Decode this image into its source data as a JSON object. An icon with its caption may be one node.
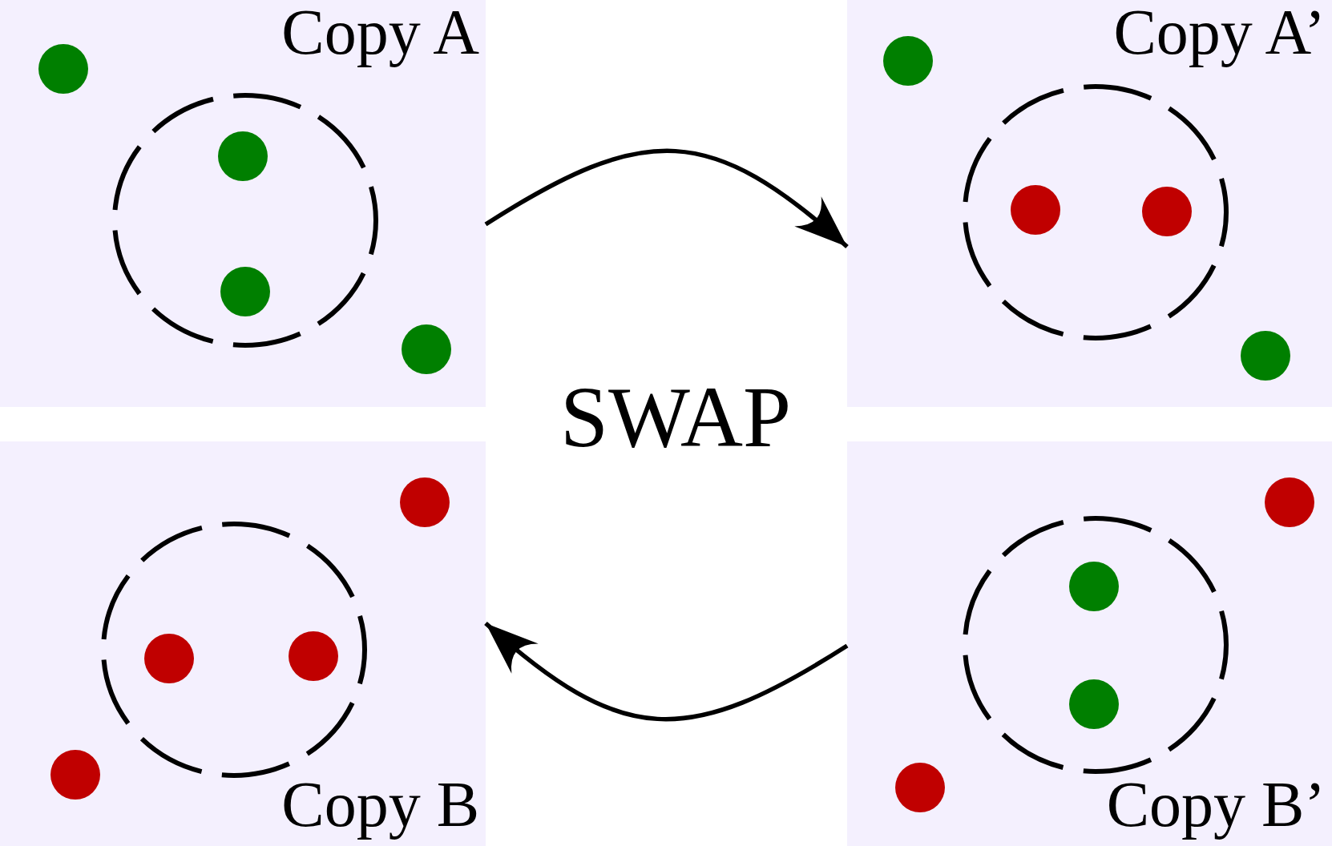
{
  "diagram": {
    "nodes": [
      {
        "text": [
          "Copy A"
        ]
      },
      {
        "text": [
          "Copy A’"
        ]
      },
      {
        "text": [
          "Copy B"
        ]
      },
      {
        "text": [
          "Copy B’"
        ]
      }
    ],
    "edges": [
      {
        "from": 0,
        "to": 1,
        "arrow": "to"
      },
      {
        "from": 3,
        "to": 2,
        "arrow": "to"
      }
    ],
    "labels": [
      "SWAP"
    ]
  }
}
